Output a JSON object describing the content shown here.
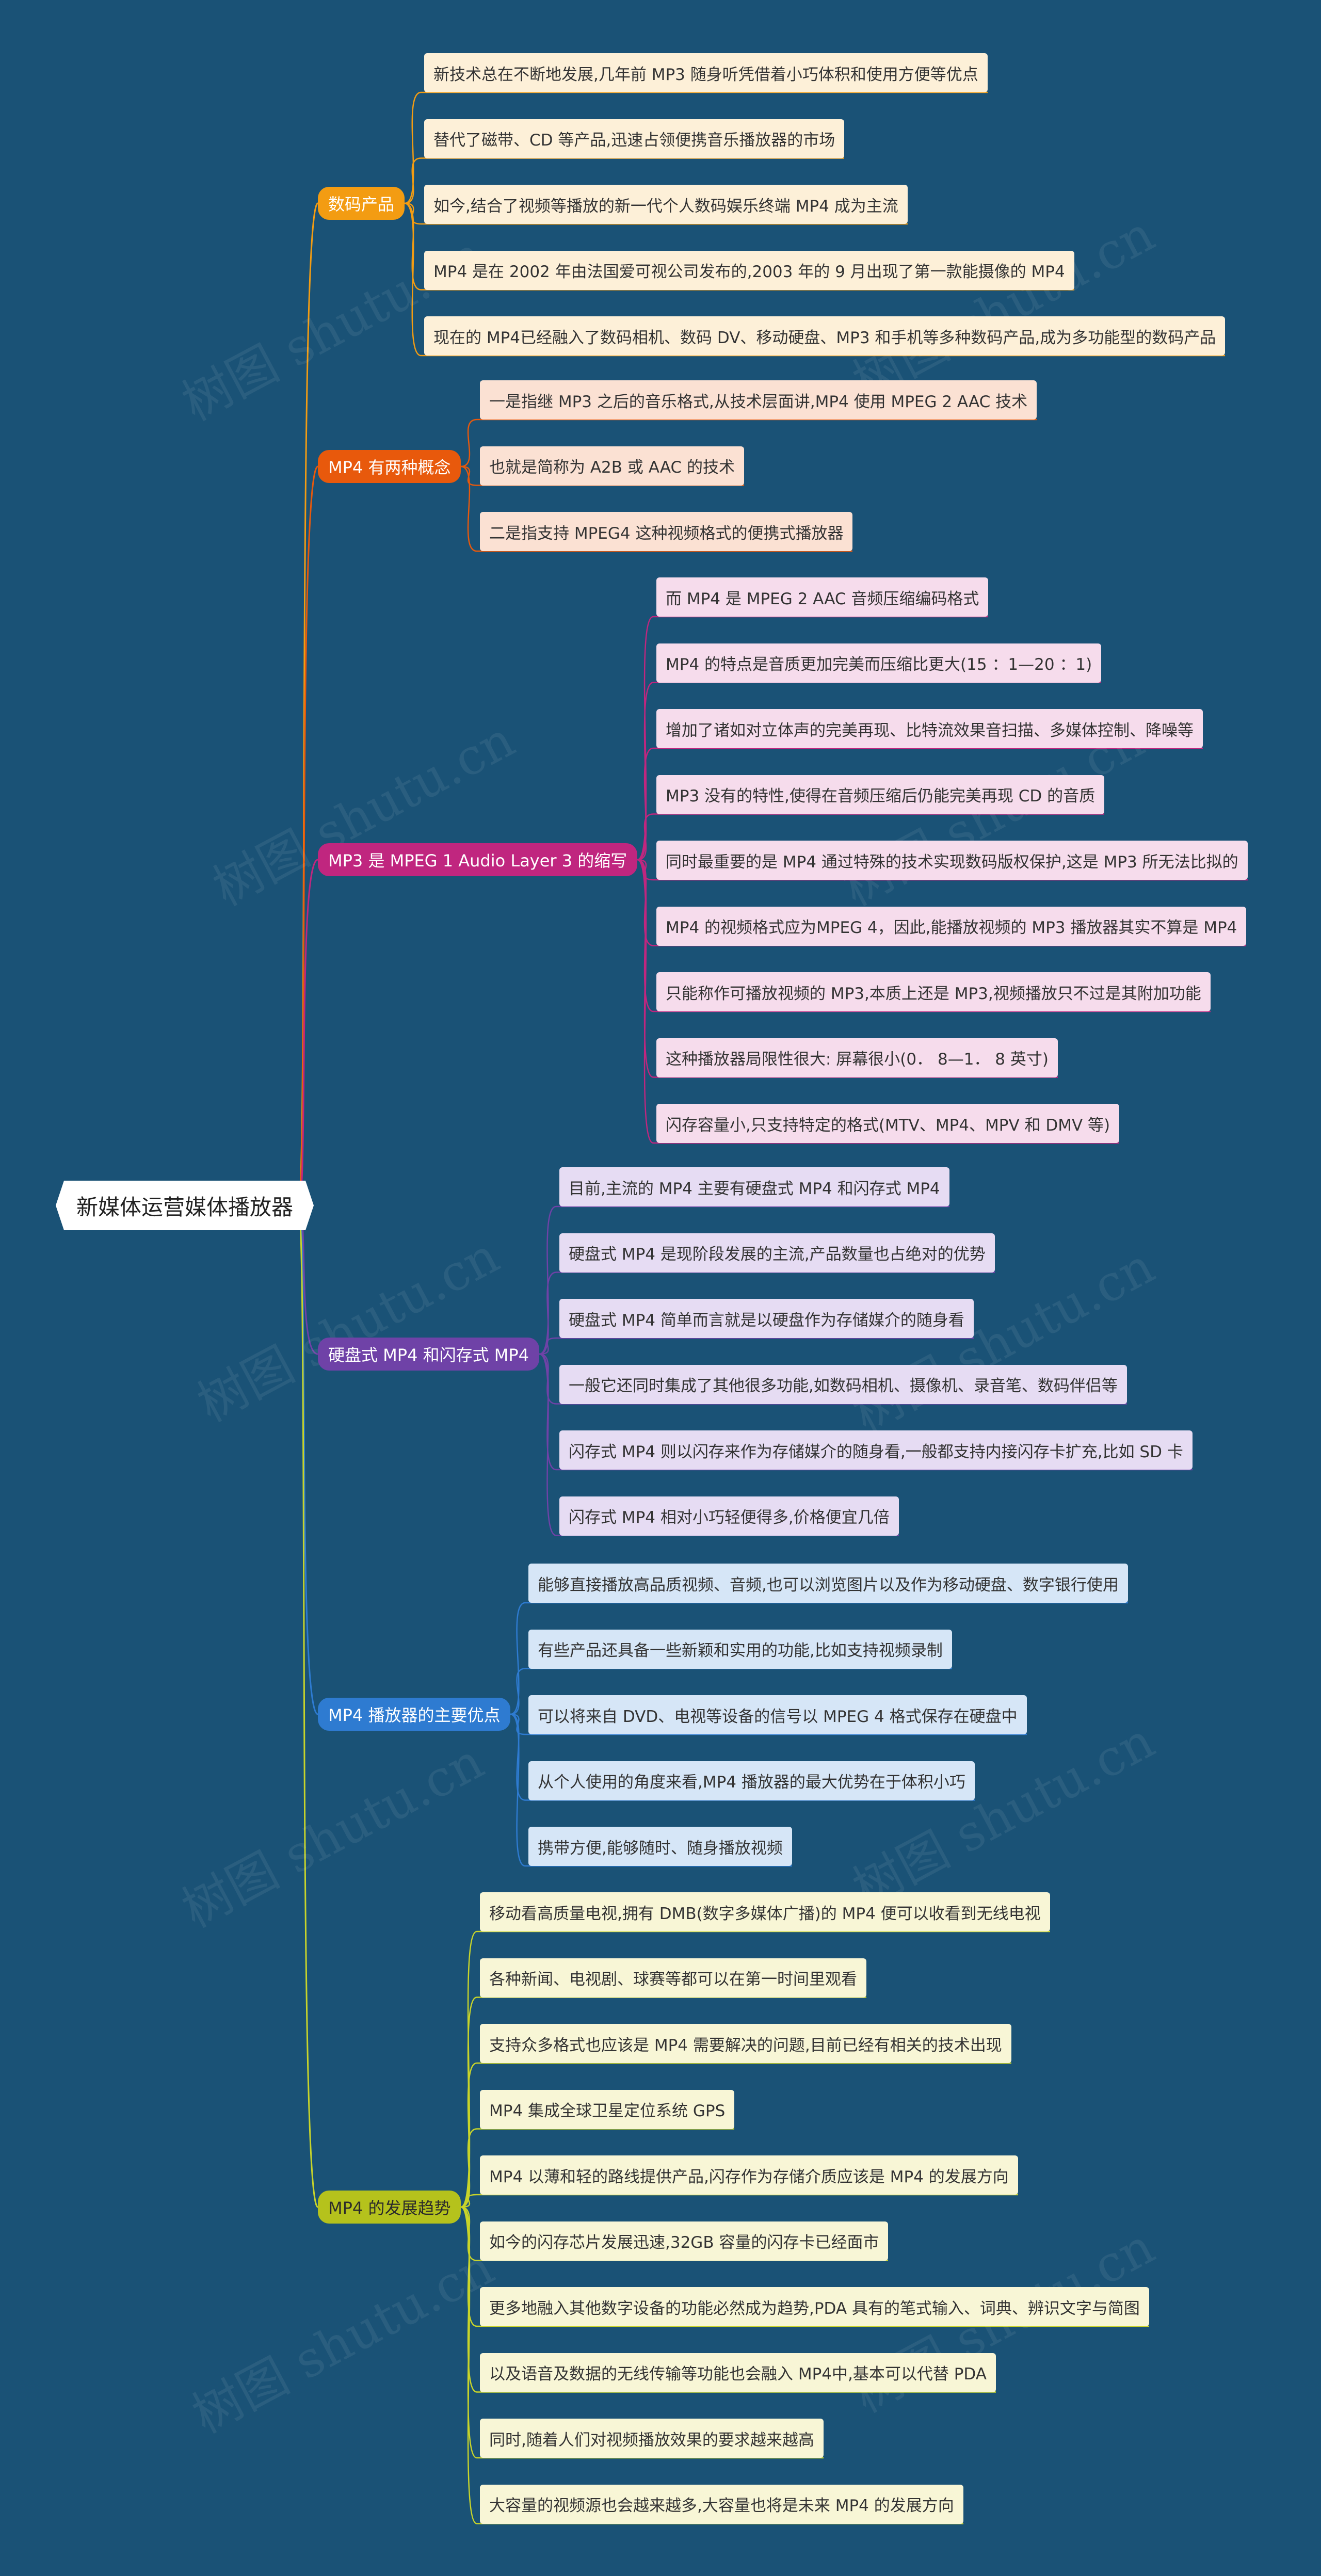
{
  "root": "新媒体运营媒体播放器",
  "watermark": "树图 shutu.cn",
  "branches": [
    {
      "label": "数码产品",
      "color": "#f39c12",
      "leaf_bg": "#fdf0d8",
      "line": "#f39c12",
      "items": [
        "新技术总在不断地发展,几年前 MP3 随身听凭借着小巧体积和使用方便等优点",
        "替代了磁带、CD 等产品,迅速占领便携音乐播放器的市场",
        "如今,结合了视频等播放的新一代个人数码娱乐终端 MP4 成为主流",
        "MP4 是在 2002 年由法国爱可视公司发布的,2003 年的 9 月出现了第一款能摄像的 MP4",
        "现在的 MP4已经融入了数码相机、数码 DV、移动硬盘、MP3 和手机等多种数码产品,成为多功能型的数码产品"
      ]
    },
    {
      "label": "MP4 有两种概念",
      "color": "#e8590c",
      "leaf_bg": "#fbe1d3",
      "line": "#e8590c",
      "items": [
        "一是指继 MP3 之后的音乐格式,从技术层面讲,MP4 使用 MPEG 2 AAC 技术",
        "也就是简称为 A2B 或 AAC 的技术",
        "二是指支持 MPEG4 这种视频格式的便携式播放器"
      ]
    },
    {
      "label": "MP3 是 MPEG 1 Audio Layer 3 的缩写",
      "color": "#c0267f",
      "leaf_bg": "#f6dcec",
      "line": "#c0267f",
      "items": [
        "而 MP4 是 MPEG 2 AAC 音频压缩编码格式",
        "MP4 的特点是音质更加完美而压缩比更大(15 ：1—20 ：1)",
        "增加了诸如对立体声的完美再现、比特流效果音扫描、多媒体控制、降噪等",
        "MP3 没有的特性,使得在音频压缩后仍能完美再现 CD 的音质",
        "同时最重要的是 MP4 通过特殊的技术实现数码版权保护,这是 MP3 所无法比拟的",
        "MP4 的视频格式应为MPEG 4，因此,能播放视频的 MP3 播放器其实不算是 MP4",
        "只能称作可播放视频的 MP3,本质上还是 MP3,视频播放只不过是其附加功能",
        "这种播放器局限性很大: 屏幕很小(0． 8—1． 8 英寸)",
        "闪存容量小,只支持特定的格式(MTV、MP4、MPV 和 DMV 等)"
      ]
    },
    {
      "label": "硬盘式 MP4 和闪存式 MP4",
      "color": "#6f42a7",
      "leaf_bg": "#e6dcf3",
      "line": "#6f42a7",
      "items": [
        "目前,主流的 MP4 主要有硬盘式 MP4 和闪存式 MP4",
        "硬盘式 MP4 是现阶段发展的主流,产品数量也占绝对的优势",
        "硬盘式 MP4 简单而言就是以硬盘作为存储媒介的随身看",
        "一般它还同时集成了其他很多功能,如数码相机、摄像机、录音笔、数码伴侣等",
        "闪存式 MP4 则以闪存来作为存储媒介的随身看,一般都支持内接闪存卡扩充,比如 SD 卡",
        "闪存式 MP4 相对小巧轻便得多,价格便宜几倍"
      ]
    },
    {
      "label": "MP4 播放器的主要优点",
      "color": "#2e7bd1",
      "leaf_bg": "#d6e6f7",
      "line": "#2e7bd1",
      "items": [
        "能够直接播放高品质视频、音频,也可以浏览图片以及作为移动硬盘、数字银行使用",
        "有些产品还具备一些新颖和实用的功能,比如支持视频录制",
        "可以将来自 DVD、电视等设备的信号以 MPEG 4 格式保存在硬盘中",
        "从个人使用的角度来看,MP4 播放器的最大优势在于体积小巧",
        "携带方便,能够随时、随身播放视频"
      ]
    },
    {
      "label": "MP4 的发展趋势",
      "color": "#b5c21c",
      "leaf_bg": "#f8f6d6",
      "line": "#c8d42a",
      "items": [
        "移动看高质量电视,拥有 DMB(数字多媒体广播)的 MP4 便可以收看到无线电视",
        "各种新闻、电视剧、球赛等都可以在第一时间里观看",
        "支持众多格式也应该是 MP4 需要解决的问题,目前已经有相关的技术出现",
        "MP4 集成全球卫星定位系统 GPS",
        "MP4 以薄和轻的路线提供产品,闪存作为存储介质应该是 MP4 的发展方向",
        "如今的闪存芯片发展迅速,32GB 容量的闪存卡已经面市",
        "更多地融入其他数字设备的功能必然成为趋势,PDA 具有的笔式输入、词典、辨识文字与简图",
        "以及语音及数据的无线传输等功能也会融入 MP4中,基本可以代替 PDA",
        "同时,随着人们对视频播放效果的要求越来越高",
        "大容量的视频源也会越来越多,大容量也将是未来 MP4 的发展方向"
      ]
    }
  ]
}
